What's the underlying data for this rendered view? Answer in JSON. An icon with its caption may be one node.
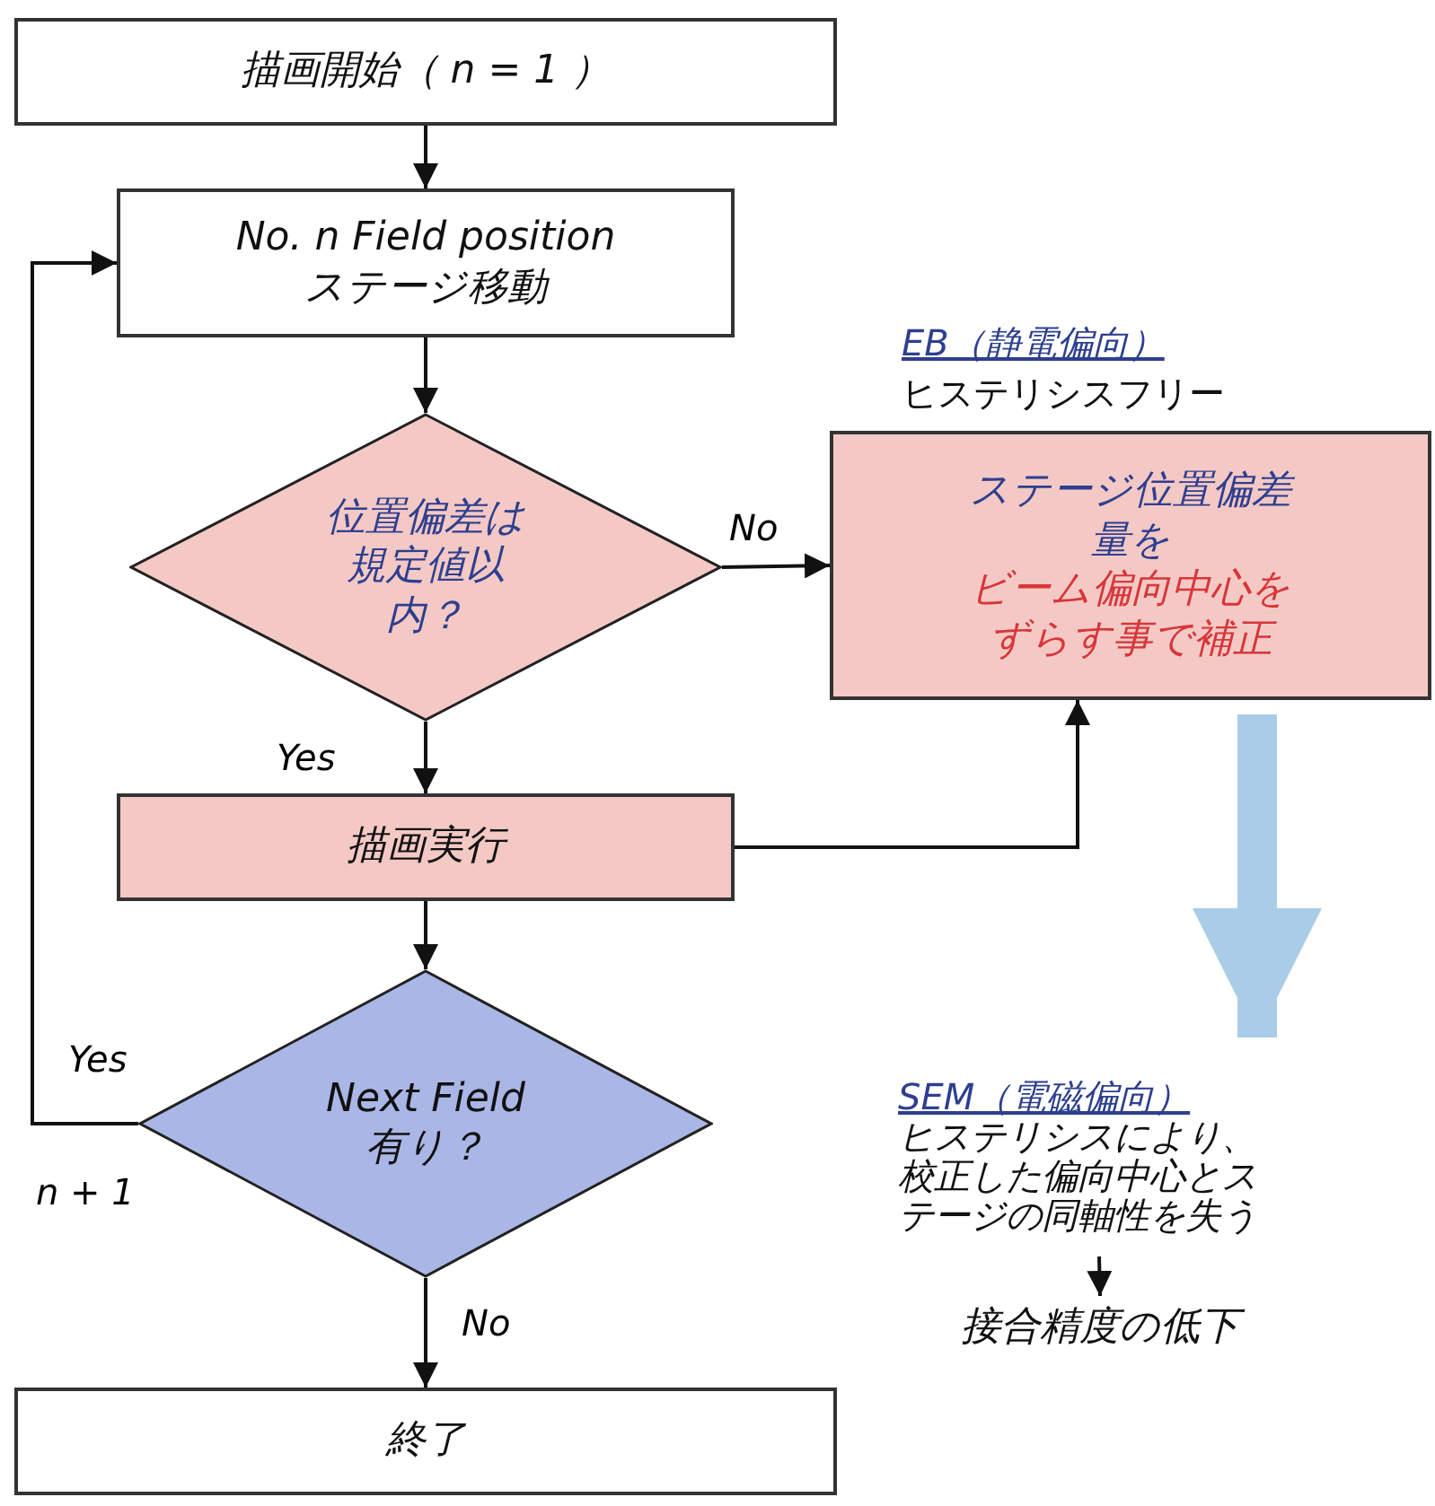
{
  "diagram": {
    "nodes": [
      {
        "text": [
          "描画開始（ n = 1 ）"
        ]
      },
      {
        "text": [
          "No. n  Field position",
          "ステージ移動"
        ]
      },
      {
        "text": [
          "位置偏差は規定値以内？"
        ]
      },
      {
        "text": [
          "ステージ位置偏差量を",
          "ビーム偏向中心をずらす事で補正"
        ],
        "beside": [
          "EB（静電偏向）",
          "ヒステリシスフリー"
        ]
      },
      {
        "text": [
          "描画実行"
        ]
      },
      {
        "text": [
          "Next Field",
          "有り？"
        ]
      },
      {
        "text": [
          "終了"
        ]
      },
      {
        "text": [
          "SEM（電磁偏向）",
          "ヒステリシスにより、校正した偏向中心とステージの同軸性を失う"
        ]
      },
      {
        "text": [
          "接合精度の低下"
        ]
      }
    ],
    "edges": [
      {
        "from": 0,
        "to": 1,
        "arrow": "to"
      },
      {
        "from": 1,
        "to": 2,
        "arrow": "to"
      },
      {
        "from": 2,
        "to": 3,
        "arrow": "to",
        "label": "No"
      },
      {
        "from": 2,
        "to": 4,
        "arrow": "to",
        "label": "Yes"
      },
      {
        "from": 4,
        "to": 3,
        "arrow": "to"
      },
      {
        "from": 4,
        "to": 5,
        "arrow": "to"
      },
      {
        "from": 5,
        "to": 1,
        "arrow": "to",
        "label": "Yes"
      },
      {
        "from": 5,
        "to": 6,
        "arrow": "to",
        "label": "No"
      },
      {
        "from": 3,
        "to": 7,
        "arrow": "to",
        "style": "thick",
        "color": "#a9cde6"
      },
      {
        "from": 7,
        "to": 8,
        "arrow": "to"
      }
    ],
    "labels": [
      "n + 1"
    ]
  }
}
